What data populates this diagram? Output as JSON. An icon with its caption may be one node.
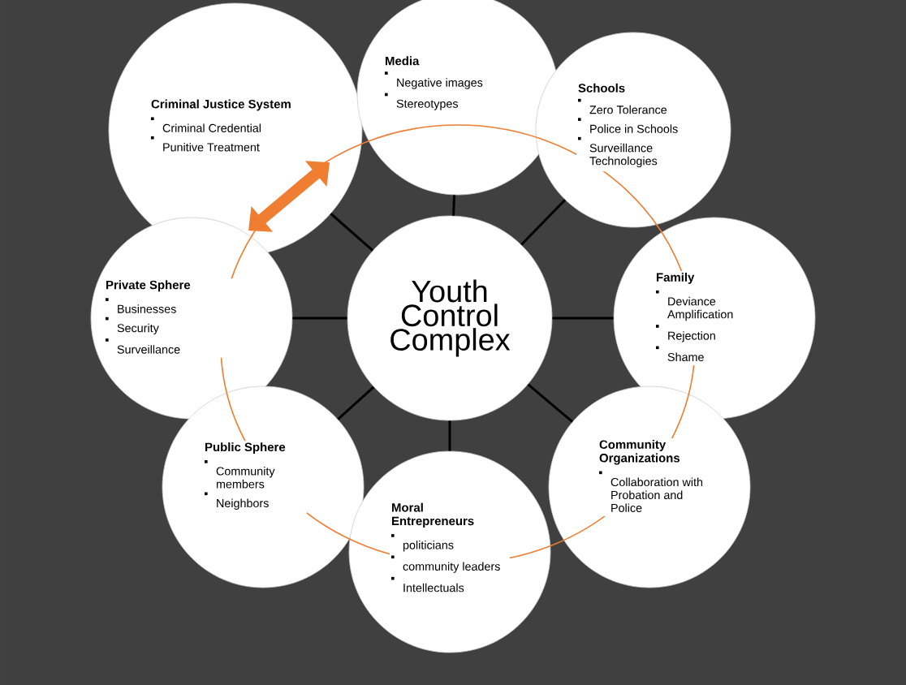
{
  "diagram": {
    "nodes": [
      {
        "text": [
          "Criminal Justice System",
          "Criminal Credential",
          "Punitive Treatment"
        ]
      },
      {
        "text": [
          "Media",
          "Negative images",
          "Stereotypes"
        ]
      },
      {
        "text": [
          "Schools",
          "Zero Tolerance",
          "Police in Schools",
          "Surveillance Technologies"
        ]
      },
      {
        "text": [
          "Private Sphere",
          "Businesses",
          "Security",
          "Surveillance"
        ]
      },
      {
        "text": [
          "Youth Control Complex"
        ]
      },
      {
        "text": [
          "Family",
          "Deviance Amplification",
          "Rejection",
          "Shame"
        ]
      },
      {
        "text": [
          "Public Sphere",
          "Community members",
          "Neighbors"
        ]
      },
      {
        "text": [
          "Moral Entrepreneurs",
          "politicians",
          "community leaders",
          "Intellectuals"
        ]
      },
      {
        "text": [
          "Community Organizations",
          "Collaboration with Probation and Police"
        ]
      }
    ],
    "edges": [
      {
        "from": 4,
        "to": 0,
        "arrow": "none"
      },
      {
        "from": 4,
        "to": 1,
        "arrow": "none"
      },
      {
        "from": 4,
        "to": 2,
        "arrow": "none"
      },
      {
        "from": 4,
        "to": 3,
        "arrow": "none"
      },
      {
        "from": 4,
        "to": 5,
        "arrow": "none"
      },
      {
        "from": 4,
        "to": 6,
        "arrow": "none"
      },
      {
        "from": 4,
        "to": 7,
        "arrow": "none"
      },
      {
        "from": 4,
        "to": 8,
        "arrow": "none"
      }
    ]
  }
}
